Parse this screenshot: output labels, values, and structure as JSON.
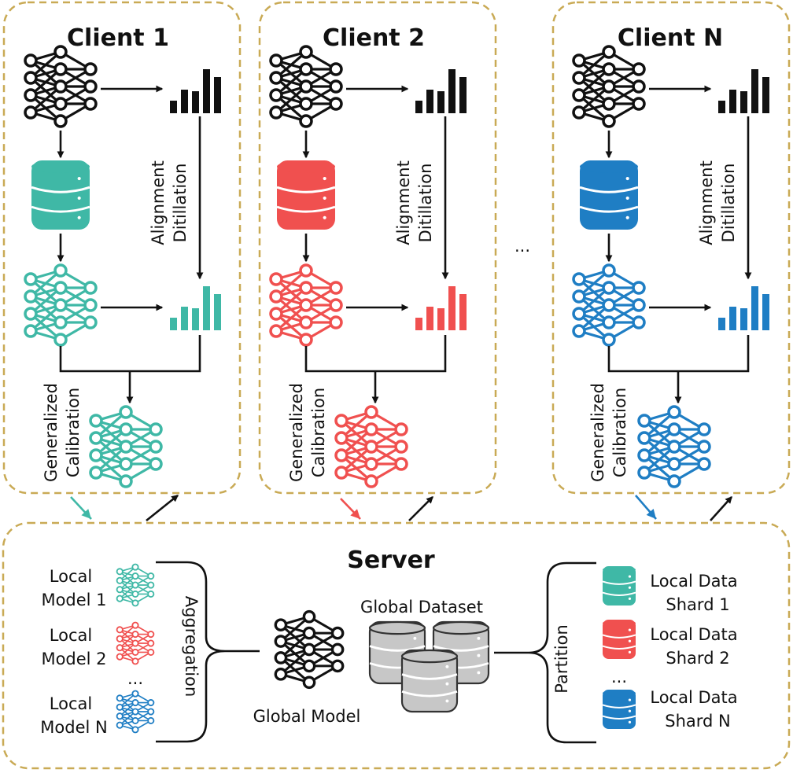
{
  "colors": {
    "client1": "#3fb8a6",
    "client2": "#f0504f",
    "clientN": "#1f7ec4",
    "black": "#111111",
    "border": "#c9aa55",
    "dbGray": "#c7c7c7"
  },
  "clients": [
    {
      "title": "Client 1",
      "align_label_1": "Alignment",
      "align_label_2": "Ditillation",
      "calib_label_1": "Generalized",
      "calib_label_2": "Calibration"
    },
    {
      "title": "Client 2",
      "align_label_1": "Alignment",
      "align_label_2": "Ditillation",
      "calib_label_1": "Generalized",
      "calib_label_2": "Calibration"
    },
    {
      "title": "Client N",
      "align_label_1": "Alignment",
      "align_label_2": "Ditillation",
      "calib_label_1": "Generalized",
      "calib_label_2": "Calibration"
    }
  ],
  "ellipsis_between": "...",
  "server": {
    "title": "Server",
    "local_models": [
      {
        "line1": "Local",
        "line2": "Model 1"
      },
      {
        "line1": "Local",
        "line2": "Model 2"
      },
      {
        "line1": "Local",
        "line2": "Model N"
      }
    ],
    "models_ellipsis": "...",
    "aggregation_label": "Aggregation",
    "global_model_label": "Global Model",
    "global_dataset_label": "Global Dataset",
    "partition_label": "Partition",
    "shards": [
      {
        "line1": "Local Data",
        "line2": "Shard 1"
      },
      {
        "line1": "Local Data",
        "line2": "Shard 2"
      },
      {
        "line1": "Local Data",
        "line2": "Shard N"
      }
    ],
    "shards_ellipsis": "..."
  }
}
